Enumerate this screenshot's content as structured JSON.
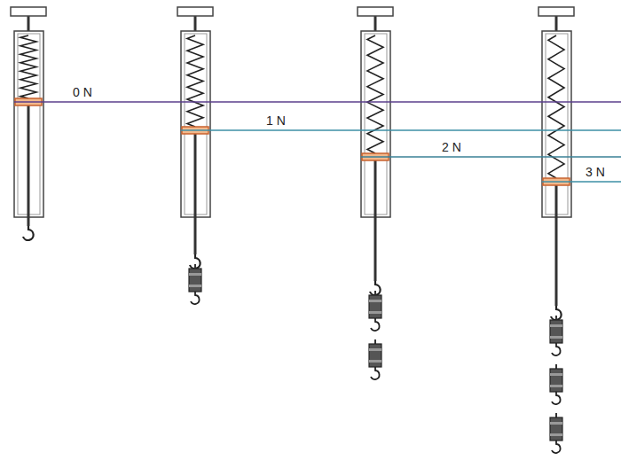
{
  "diagram": {
    "labels": [
      "0 N",
      "1 N",
      "2 N",
      "3 N"
    ]
  }
}
